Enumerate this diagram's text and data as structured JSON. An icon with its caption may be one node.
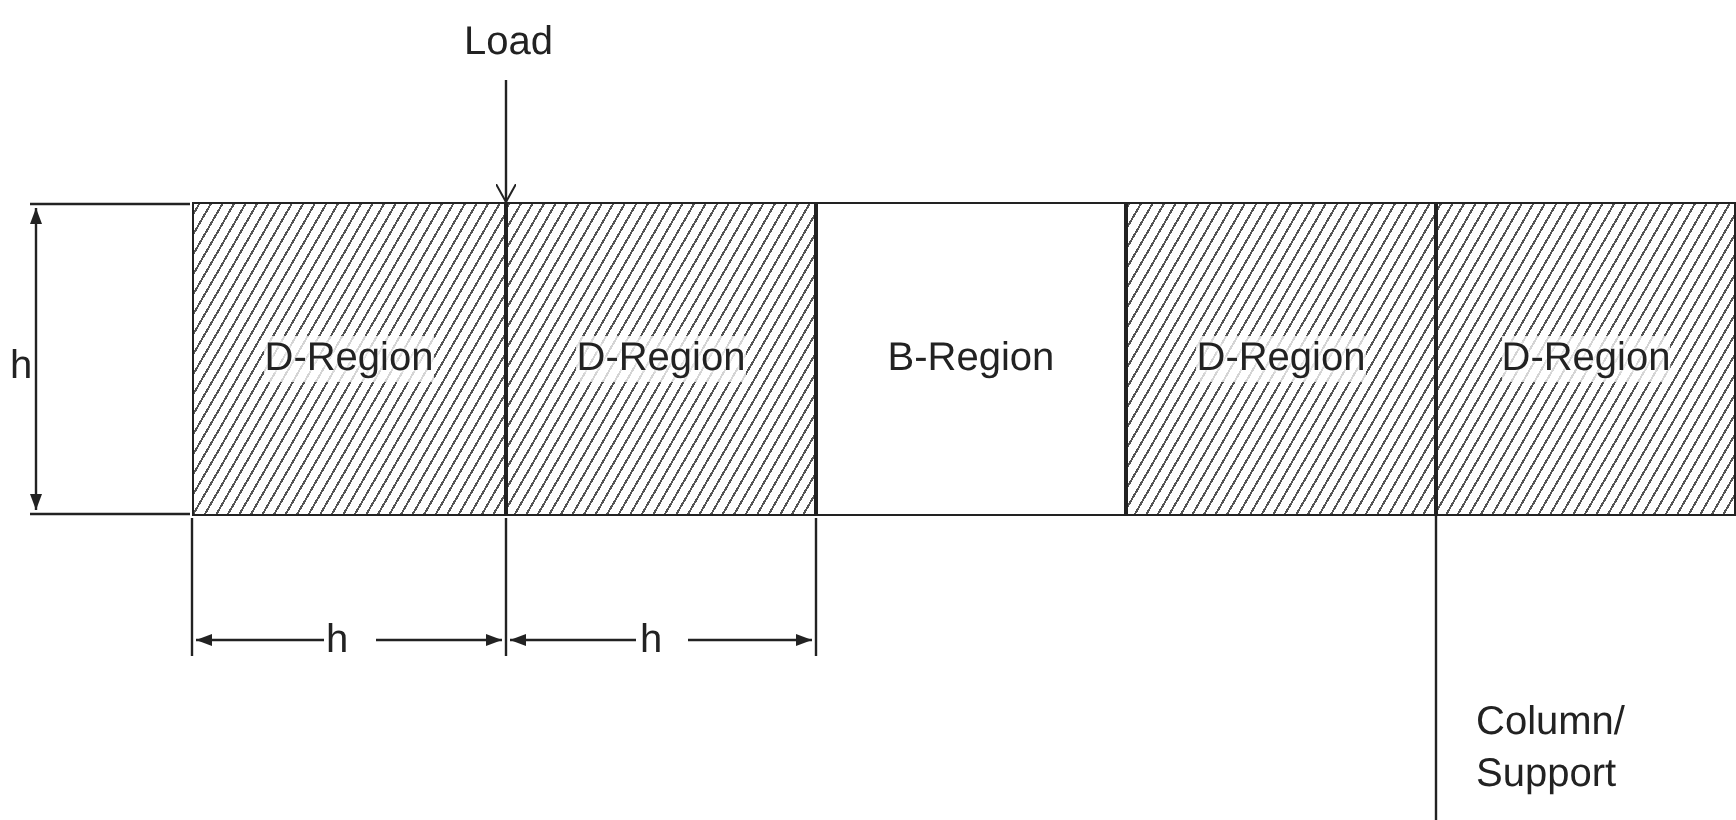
{
  "diagram": {
    "nodes": [
      {
        "text": [
          "D-Region"
        ]
      },
      {
        "text": [
          "D-Region"
        ]
      },
      {
        "text": [
          "B-Region"
        ]
      },
      {
        "text": [
          "D-Region"
        ]
      },
      {
        "text": [
          "D-Region"
        ]
      }
    ],
    "labels": [
      "Load",
      "h",
      "h",
      "h",
      "Column/ Support"
    ]
  }
}
